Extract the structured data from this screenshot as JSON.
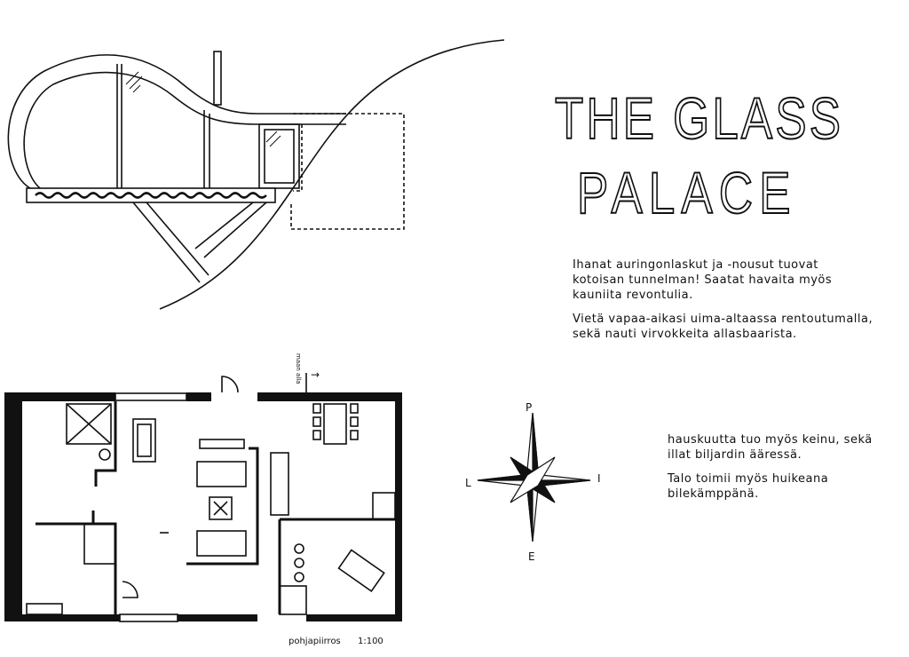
{
  "title": {
    "line1": "THE GLASS",
    "line2": "PALACE"
  },
  "description": {
    "p1": "Ihanat auringonlaskut ja -nousut tuovat kotoisan tunnelman! Saatat havaita myös kauniita revontulia.",
    "p2": "Vietä vapaa-aikasi uima-altaassa rentoutumalla, sekä nauti virvokkeita allasbaarista.",
    "p3": "hauskuutta tuo myös keinu, sekä illat biljardin ääressä.",
    "p4": "Talo toimii myös huikeana bilekämppänä."
  },
  "compass": {
    "north": "P",
    "south": "E",
    "west": "L",
    "east": "I"
  },
  "floorplan": {
    "underground_label": "maan alla",
    "caption": "pohjapiirros",
    "scale": "1:100"
  }
}
